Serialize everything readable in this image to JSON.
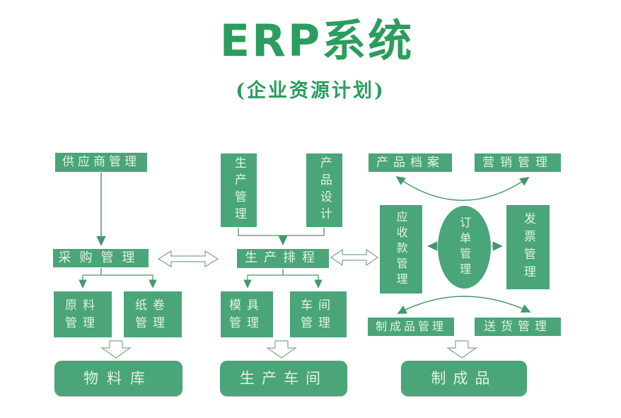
{
  "title": "ERP系统",
  "subtitle": "(企业资源计划)",
  "colors": {
    "box_green": "#4aa578",
    "title_green": "#2b9d5e",
    "box_text": "#e2f2e7",
    "arrow_green": "#44996b",
    "hollow_arrow_outline": "#7fa38f",
    "background": "#ffffff"
  },
  "nodes": {
    "supplier_mgmt": "供应商管理",
    "purchasing_mgmt": "采购管理",
    "raw_material_mgmt": "原料管理",
    "paper_roll_mgmt": "纸卷管理",
    "material_warehouse": "物料库",
    "production_mgmt": "生产管理",
    "product_design": "产品设计",
    "production_scheduling": "生产排程",
    "mold_mgmt": "模具管理",
    "workshop_mgmt": "车间管理",
    "production_workshop": "生产车间",
    "product_archive": "产品档案",
    "marketing_mgmt": "营销管理",
    "receivables_mgmt": "应收款管理",
    "order_mgmt": "订单管理",
    "invoice_mgmt": "发票管理",
    "finished_goods_mgmt": "制成品管理",
    "delivery_mgmt": "送货管理",
    "finished_goods": "制成品"
  }
}
